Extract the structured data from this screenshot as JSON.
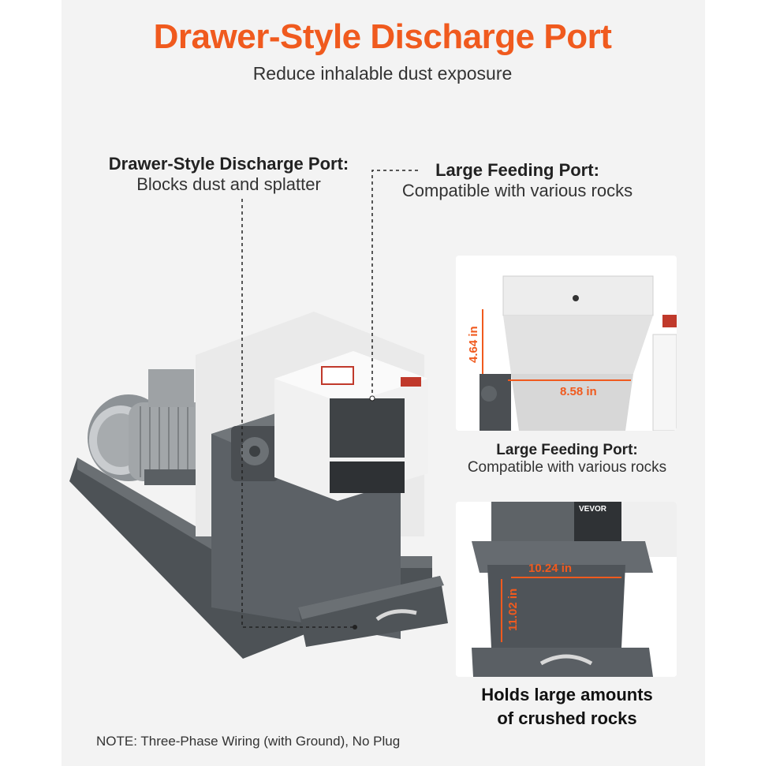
{
  "header": {
    "title": "Drawer-Style Discharge Port",
    "subtitle": "Reduce inhalable dust exposure"
  },
  "callouts": {
    "discharge": {
      "title": "Drawer-Style Discharge Port:",
      "body": "Blocks dust and splatter"
    },
    "feeding": {
      "title": "Large Feeding Port:",
      "body": "Compatible with various rocks"
    }
  },
  "inset_top": {
    "height_label": "4.64 in",
    "width_label": "8.58 in",
    "caption_title": "Large Feeding Port:",
    "caption_body": "Compatible with various rocks"
  },
  "inset_bottom": {
    "brand": "VEVOR",
    "width_label": "10.24 in",
    "depth_label": "11.02 in",
    "caption_line1": "Holds large amounts",
    "caption_line2": "of crushed rocks"
  },
  "note": "NOTE: Three-Phase Wiring (with Ground), No Plug",
  "colors": {
    "accent": "#f05a1e",
    "machine_grey": "#5c6166",
    "hopper_white": "#f1f1f1"
  }
}
